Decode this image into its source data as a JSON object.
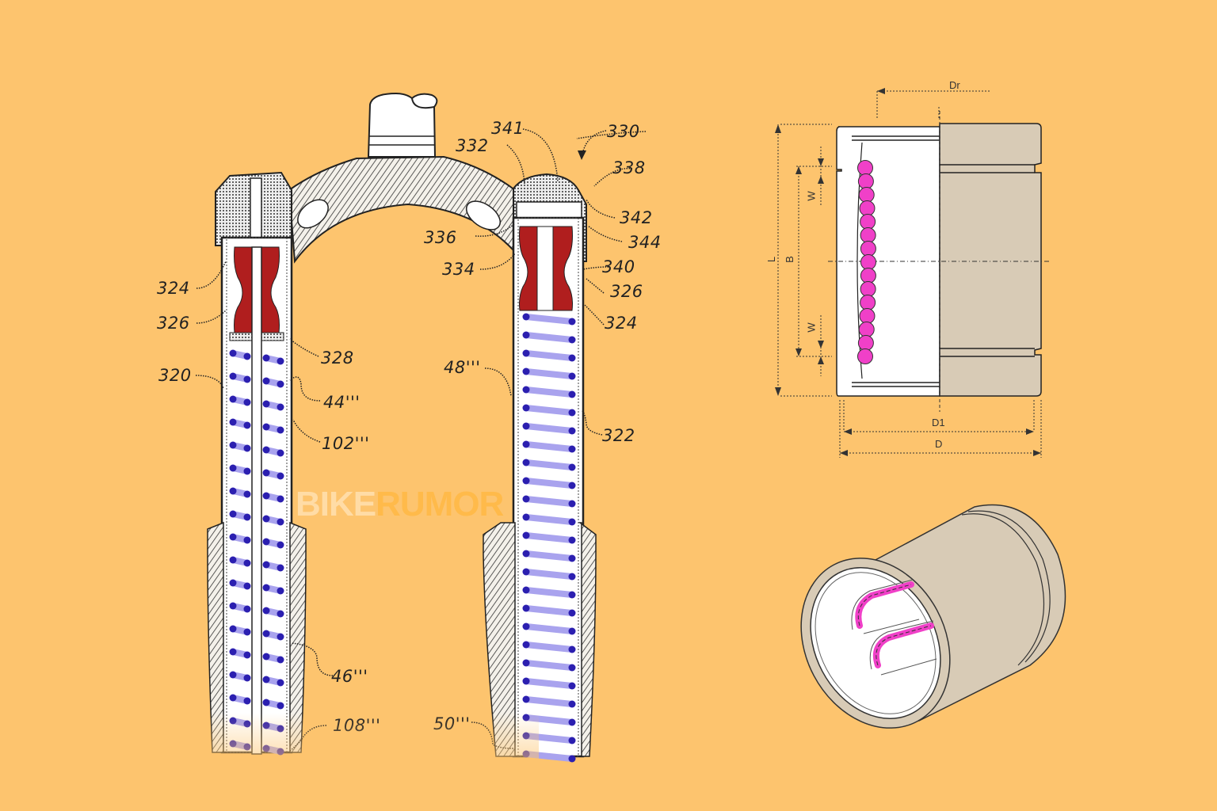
{
  "image": {
    "background_color": "#FDC46E",
    "description": "Patent-style cross-section of a suspension fork with coil springs and red elastomer bumpers, alongside a linear ball bearing dimension drawing and 3D view"
  },
  "watermark": {
    "part1": "BIKE",
    "part2": "RUMOR"
  },
  "fork_diagram": {
    "labels": {
      "l324_left": "324",
      "l326_left": "326",
      "l320": "320",
      "l328": "328",
      "l44": "44'''",
      "l102": "102'''",
      "l46": "46'''",
      "l108": "108'''",
      "l341": "341",
      "l330": "330",
      "l332": "332",
      "l338": "338",
      "l342": "342",
      "l344": "344",
      "l336": "336",
      "l334": "334",
      "l340": "340",
      "l326_right": "326",
      "l324_right": "324",
      "l48": "48'''",
      "l322": "322",
      "l50": "50'''"
    },
    "colors": {
      "elastomer": "#B01E1E",
      "spring_coil": "#A9A3EE",
      "spring_end": "#2B1FB0",
      "line": "#222222"
    }
  },
  "bearing_section": {
    "labels": {
      "Dr": "Dr",
      "L": "L",
      "B": "B",
      "W_top": "W",
      "W_bottom": "W",
      "D1": "D1",
      "D": "D"
    },
    "colors": {
      "body": "#D8CBB6",
      "ball": "#F040C8",
      "inner": "#FFFFFF"
    },
    "ball_count": 15
  },
  "bearing_3d": {
    "colors": {
      "body": "#D8CBB6",
      "ball": "#F040C8"
    }
  }
}
